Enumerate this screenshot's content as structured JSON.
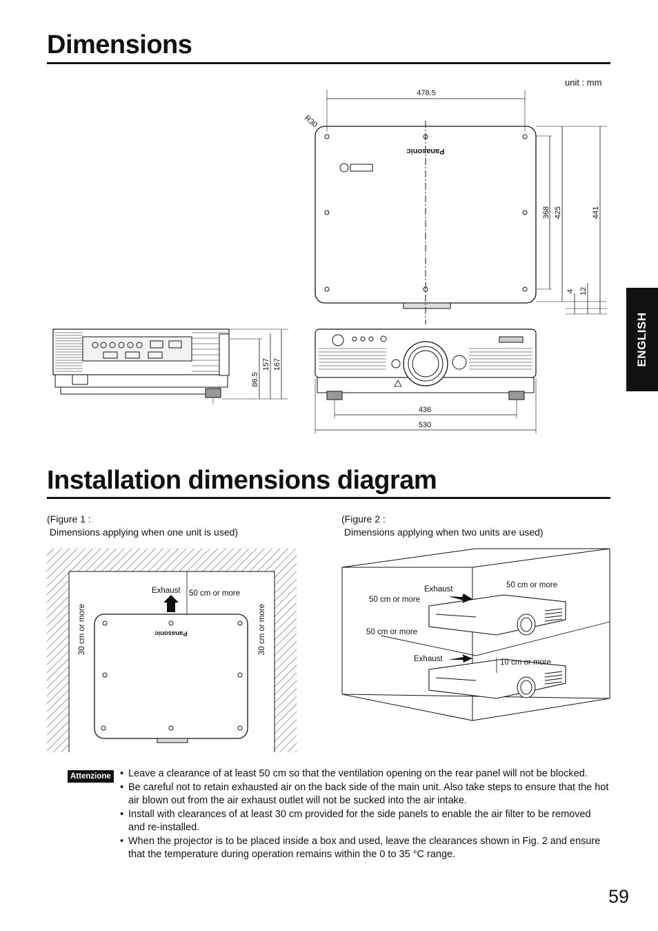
{
  "sections": {
    "dimensions_title": "Dimensions",
    "installation_title": "Installation dimensions diagram"
  },
  "side_tab": "ENGLISH",
  "dimensions": {
    "unit_label": "unit : mm",
    "top_width": "478.5",
    "corner_radius": "R30",
    "depth_368": "368",
    "depth_425": "425",
    "depth_441": "441",
    "offset_4": "4",
    "offset_12": "12",
    "side_86_5": "86.5",
    "side_157": "157",
    "side_167": "167",
    "front_436": "436",
    "front_530": "530",
    "brand": "Panasonic"
  },
  "figure1": {
    "caption": "(Figure 1 :\n Dimensions applying when one unit is used)",
    "exhaust": "Exhaust",
    "rear_clearance": "50 cm or more",
    "left_clearance": "30 cm or more",
    "right_clearance": "30 cm or more",
    "brand": "Panasonic"
  },
  "figure2": {
    "caption": "(Figure 2 :\n Dimensions applying when two units are used)",
    "exhaust_top": "Exhaust",
    "exhaust_bottom": "Exhaust",
    "clear_top_right": "50 cm or more",
    "clear_left_upper": "50 cm or more",
    "clear_left_lower": "50 cm or more",
    "clear_between": "10 cm or more"
  },
  "warning": {
    "badge": "Attenzione",
    "items": [
      "Leave a clearance of at least 50 cm so that the ventilation opening on the rear panel will not be blocked.",
      "Be careful not to retain exhausted air on the back side of the main unit. Also take steps to ensure that the hot air blown out from the air exhaust outlet will not be sucked into the air intake.",
      "Install with clearances of at least 30 cm provided for the side panels to enable the air filter to be removed and re-installed.",
      "When the projector is to be placed inside a box and used, leave the clearances shown in Fig. 2 and ensure that the temperature during operation remains within the 0 to 35 °C range."
    ]
  },
  "page_number": "59"
}
